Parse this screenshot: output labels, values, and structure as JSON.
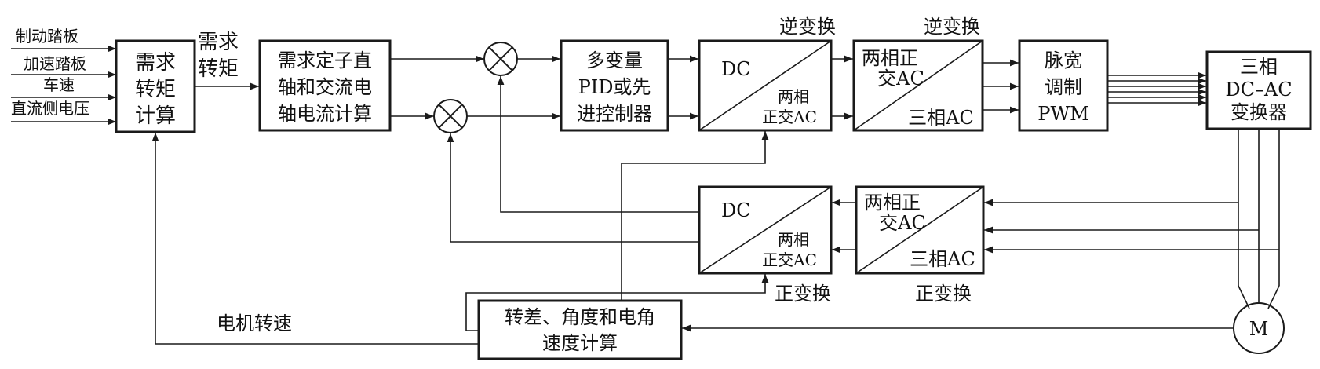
{
  "inputs": [
    "制动踏板",
    "加速踏板",
    "车速",
    "直流侧电压"
  ],
  "torque_calc": [
    "需求",
    "转矩",
    "计算"
  ],
  "torque_signal": [
    "需求",
    "转矩"
  ],
  "current_calc": [
    "需求定子直",
    "轴和交流电",
    "轴电流计算"
  ],
  "controller": [
    "多变量",
    "PID或先",
    "进控制器"
  ],
  "inverse_dc_box": {
    "left": "DC",
    "right": [
      "两相",
      "正交AC"
    ]
  },
  "inverse_ac_box": {
    "left": [
      "两相正",
      "交AC"
    ],
    "right": "三相AC"
  },
  "inverse_label_1": "逆变换",
  "inverse_label_2": "逆变换",
  "pwm": [
    "脉宽",
    "调制",
    "PWM"
  ],
  "converter": [
    "三相",
    "DC–AC",
    "变换器"
  ],
  "forward_dc_box": {
    "left": "DC",
    "right": [
      "两相",
      "正交AC"
    ]
  },
  "forward_ac_box": {
    "left": [
      "两相正",
      "交AC"
    ],
    "right": "三相AC"
  },
  "forward_label_1": "正变换",
  "forward_label_2": "正变换",
  "slip_calc": [
    "转差、角度和电角",
    "速度计算"
  ],
  "speed_label": "电机转速",
  "motor": "M",
  "colors": {
    "line": "#1a1a1a",
    "background": "#ffffff"
  }
}
